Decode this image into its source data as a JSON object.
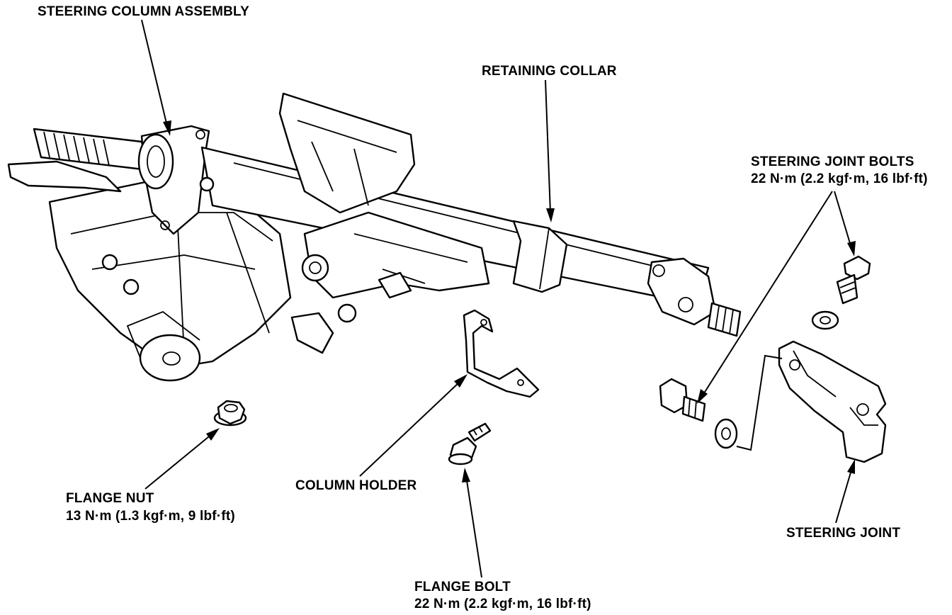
{
  "labels": {
    "steering_column_assembly": "STEERING COLUMN ASSEMBLY",
    "retaining_collar": "RETAINING COLLAR",
    "steering_joint_bolts": {
      "name": "STEERING JOINT BOLTS",
      "torque": "22 N·m (2.2 kgf·m, 16 lbf·ft)"
    },
    "flange_nut": {
      "name": "FLANGE NUT",
      "torque": "13 N·m (1.3 kgf·m, 9 lbf·ft)"
    },
    "column_holder": "COLUMN HOLDER",
    "steering_joint": "STEERING JOINT",
    "flange_bolt": {
      "name": "FLANGE BOLT",
      "torque": "22 N·m (2.2 kgf·m, 16 lbf·ft)"
    }
  }
}
